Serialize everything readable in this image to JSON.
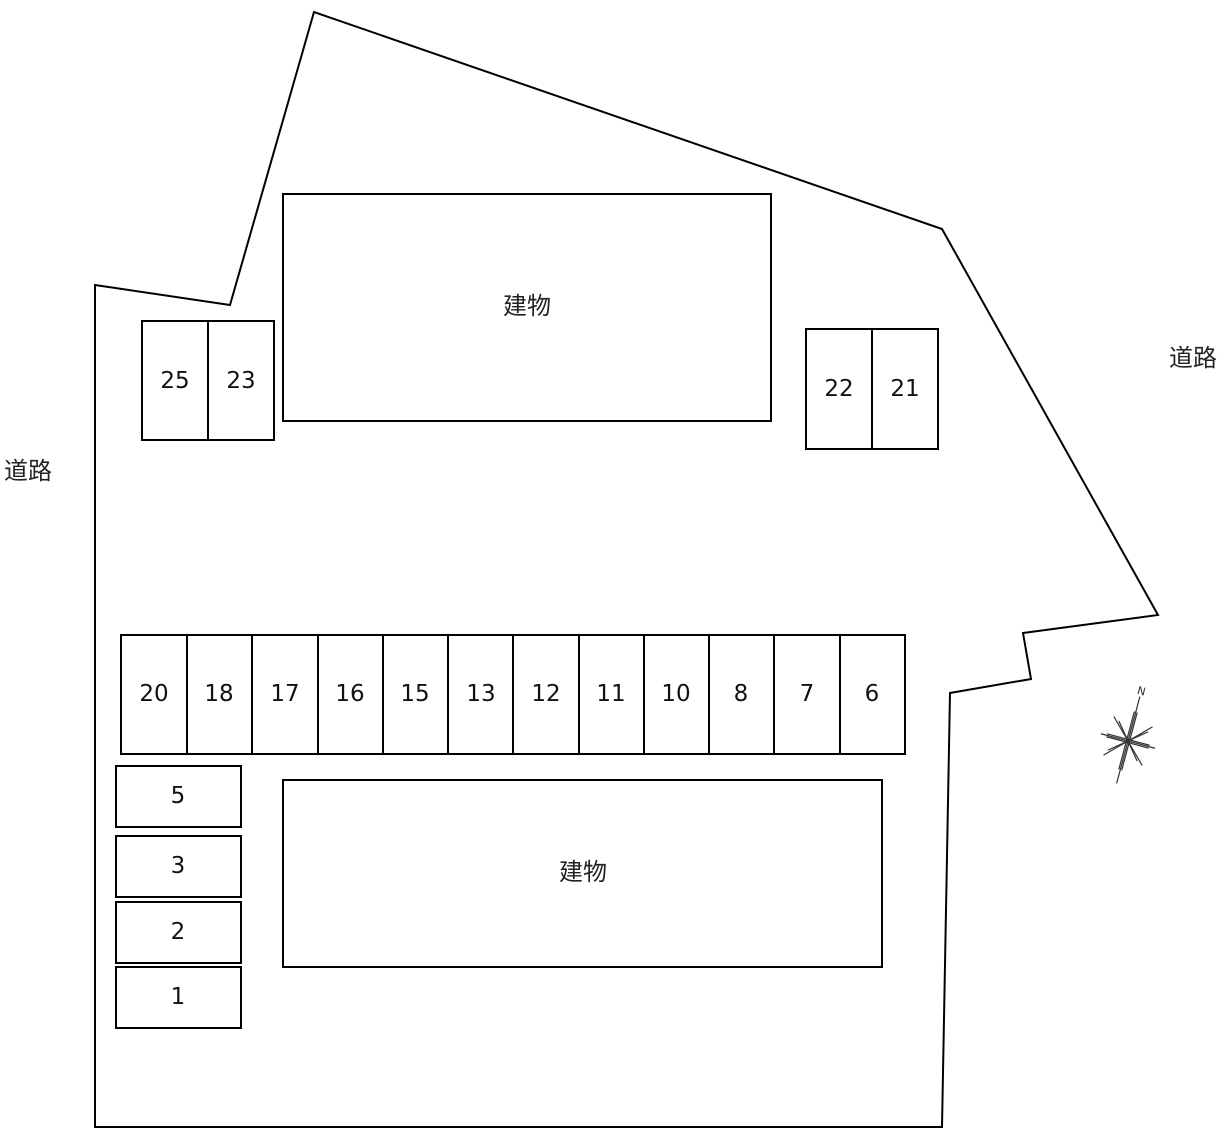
{
  "roads": {
    "left": "道路",
    "right": "道路"
  },
  "buildings": {
    "top": "建物",
    "bottom": "建物"
  },
  "compass": {
    "north_mark": "N"
  },
  "spaces": {
    "top_left": [
      "25",
      "23"
    ],
    "top_right": [
      "22",
      "21"
    ],
    "middle_row": [
      "20",
      "18",
      "17",
      "16",
      "15",
      "13",
      "12",
      "11",
      "10",
      "8",
      "7",
      "6"
    ],
    "left_column": [
      "5",
      "3",
      "2",
      "1"
    ]
  }
}
